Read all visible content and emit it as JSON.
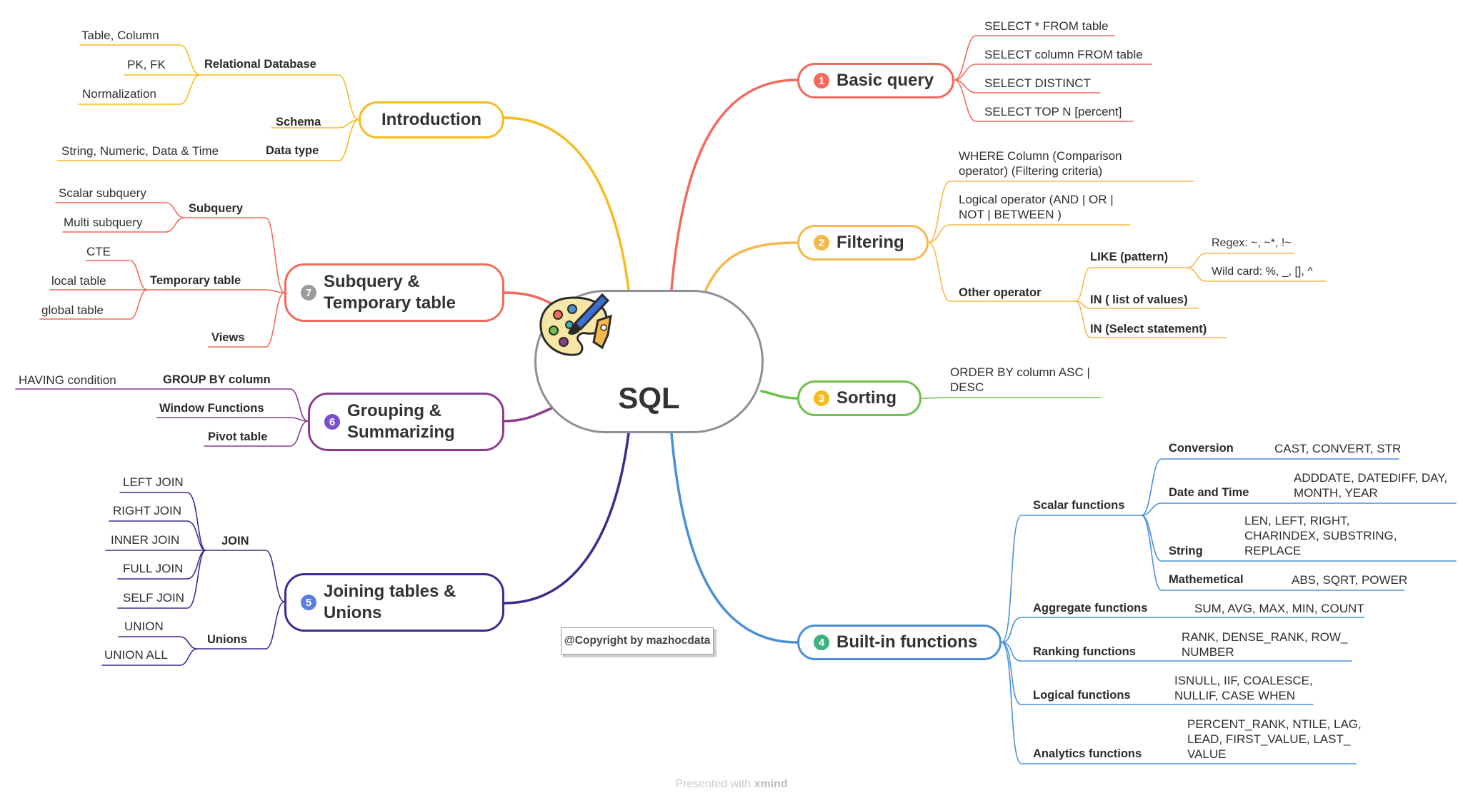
{
  "center": {
    "title": "SQL",
    "icon": "paint-palette-icon"
  },
  "copyright": "@Copyright by mazhocdata",
  "footer": {
    "presented": "Presented with",
    "brand": "xmind"
  },
  "colors": {
    "basic": "#f26a5b",
    "filtering": "#f7b84b",
    "sorting": "#6cc24a",
    "builtin": "#4a90d9",
    "joining": "#3b2d8f",
    "grouping": "#8a3d8f",
    "subquery": "#f26a5b",
    "intro": "#f6bb1e"
  },
  "branches": {
    "basic_query": {
      "num": "1",
      "label": "Basic query",
      "items": [
        "SELECT * FROM table",
        "SELECT column FROM table",
        "SELECT DISTINCT",
        "SELECT TOP N [percent]"
      ]
    },
    "filtering": {
      "num": "2",
      "label": "Filtering",
      "where": [
        "WHERE Column (Comparison",
        "operator) (Filtering criteria)"
      ],
      "logical": [
        "Logical operator (AND | OR |",
        "NOT | BETWEEN )"
      ],
      "other_operator": "Other operator",
      "like": "LIKE (pattern)",
      "regex": "Regex: ~, ~*, !~",
      "wildcard": "Wild card: %, _, [], ^",
      "in_list": "IN ( list of values)",
      "in_select": "IN (Select statement)"
    },
    "sorting": {
      "num": "3",
      "label": "Sorting",
      "order_by": [
        "ORDER BY column ASC |",
        "DESC"
      ]
    },
    "builtin": {
      "num": "4",
      "label": "Built-in functions",
      "scalar": "Scalar functions",
      "conversion": {
        "label": "Conversion",
        "value": "CAST, CONVERT, STR"
      },
      "datetime": {
        "label": "Date and Time",
        "value": [
          "ADDDATE, DATEDIFF, DAY,",
          "MONTH, YEAR"
        ]
      },
      "string": {
        "label": "String",
        "value": [
          "LEN, LEFT, RIGHT,",
          "CHARINDEX, SUBSTRING,",
          "REPLACE"
        ]
      },
      "math": {
        "label": "Mathemetical",
        "value": "ABS, SQRT, POWER"
      },
      "aggregate": {
        "label": "Aggregate functions",
        "value": "SUM, AVG, MAX, MIN, COUNT"
      },
      "ranking": {
        "label": "Ranking functions",
        "value": [
          "RANK, DENSE_RANK, ROW_",
          "NUMBER"
        ]
      },
      "logical": {
        "label": "Logical functions",
        "value": [
          "ISNULL, IIF, COALESCE,",
          "NULLIF, CASE WHEN"
        ]
      },
      "analytics": {
        "label": "Analytics functions",
        "value": [
          "PERCENT_RANK, NTILE, LAG,",
          "LEAD, FIRST_VALUE, LAST_",
          "VALUE"
        ]
      }
    },
    "joining": {
      "num": "5",
      "label": [
        "Joining tables &",
        "Unions"
      ],
      "join": "JOIN",
      "joins": [
        "LEFT JOIN",
        "RIGHT JOIN",
        "INNER JOIN",
        "FULL JOIN",
        "SELF JOIN"
      ],
      "unions": "Unions",
      "union_items": [
        "UNION",
        "UNION ALL"
      ]
    },
    "grouping": {
      "num": "6",
      "label": [
        "Grouping &",
        "Summarizing"
      ],
      "group_by": "GROUP BY column",
      "having": "HAVING condition",
      "window": "Window Functions",
      "pivot": "Pivot table"
    },
    "subquery": {
      "num": "7",
      "label": [
        "Subquery &",
        "Temporary table"
      ],
      "subquery": "Subquery",
      "subquery_items": [
        "Scalar subquery",
        "Multi subquery"
      ],
      "temporary": "Temporary table",
      "temporary_items": [
        "CTE",
        "local table",
        "global table"
      ],
      "views": "Views"
    },
    "introduction": {
      "label": "Introduction",
      "relational": "Relational Database",
      "relational_items": [
        "Table, Column",
        "PK, FK",
        "Normalization"
      ],
      "schema": "Schema",
      "datatype": "Data type",
      "datatype_value": "String, Numeric, Data & Time"
    }
  }
}
